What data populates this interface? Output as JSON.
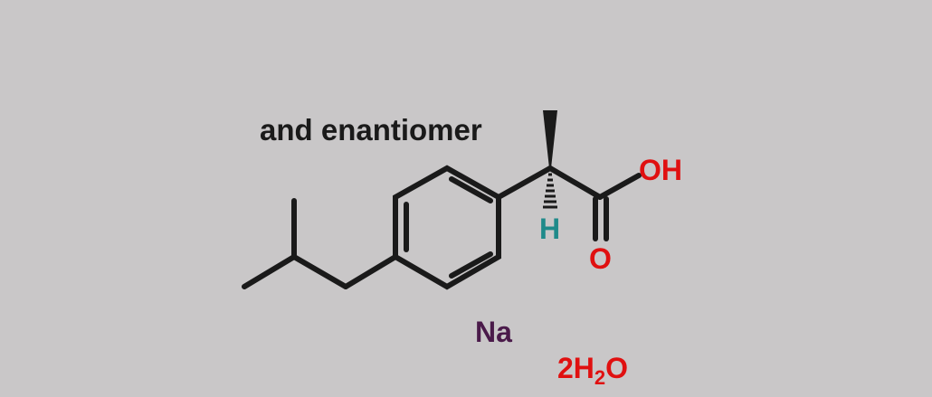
{
  "caption": "and enantiomer",
  "atoms": {
    "hydroxyl": "OH",
    "carbonyl_oxygen": "O",
    "stereo_hydrogen": "H",
    "counterion": "Na",
    "hydrate_coefficient": "2",
    "hydrate_h": "H",
    "hydrate_subscript": "2",
    "hydrate_o": "O"
  },
  "colors": {
    "background": "#c9c7c8",
    "bond": "#1a1a1a",
    "caption": "#1a1a1a",
    "oxygen": "#e01010",
    "hydrogen": "#1f8a8a",
    "sodium": "#4a1a4a"
  }
}
